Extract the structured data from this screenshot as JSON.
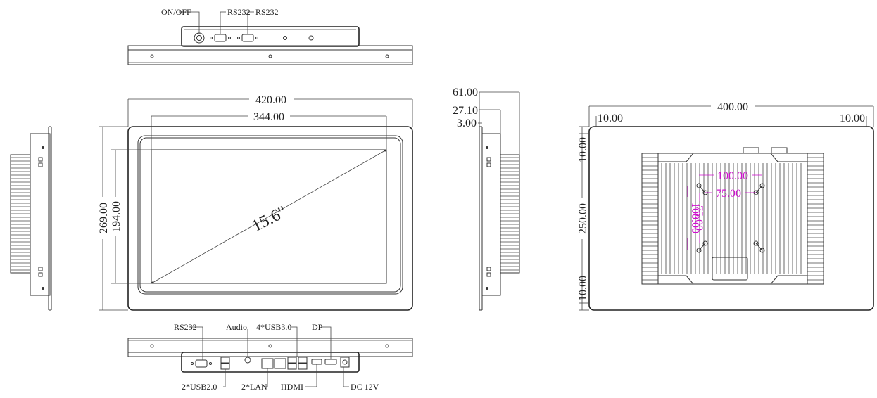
{
  "top_view": {
    "on_off": "ON/OFF",
    "rs232_a": "RS232",
    "rs232_b": "RS232"
  },
  "front_view": {
    "width_outer": "420.00",
    "width_screen": "344.00",
    "height_outer": "269.00",
    "height_screen": "194.00",
    "diagonal": "15.6\""
  },
  "side_view": {
    "depth_total": "61.00",
    "depth_mid": "27.10",
    "depth_bezel": "3.00"
  },
  "rear_view": {
    "width": "400.00",
    "margin_left": "10.00",
    "margin_right": "10.00",
    "height": "250.00",
    "margin_top": "10.00",
    "margin_bottom": "10.00",
    "vesa_h_100": "100.00",
    "vesa_h_75": "75.00",
    "vesa_v_100": "100.00",
    "vesa_v_75": "75.00"
  },
  "bottom_view": {
    "rs232": "RS232",
    "audio": "Audio",
    "usb3": "4*USB3.0",
    "dp": "DP",
    "usb2": "2*USB2.0",
    "lan": "2*LAN",
    "hdmi": "HDMI",
    "dc": "DC 12V"
  },
  "colors": {
    "line": "#333333",
    "vesa_accent": "#d010d0"
  }
}
